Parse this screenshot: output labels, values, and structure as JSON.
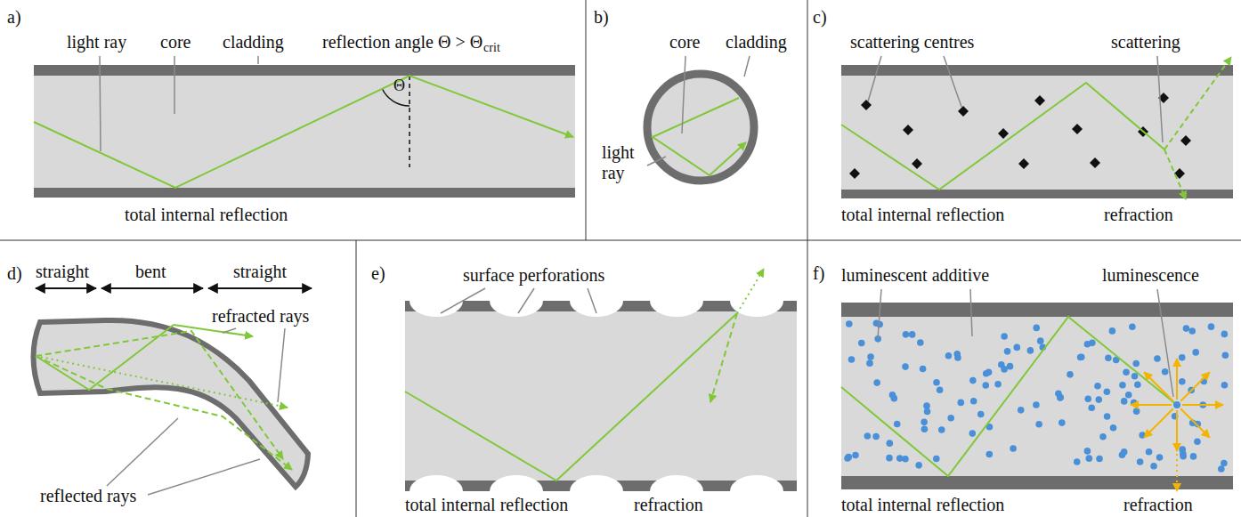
{
  "diagram": {
    "labels": [
      "a)",
      "light ray",
      "core",
      "cladding",
      "reflection angle Θ > Θ",
      "crit",
      "Θ",
      "total internal reflection",
      "b)",
      "core",
      "cladding",
      "light ray",
      "c)",
      "scattering centres",
      "scattering",
      "total internal reflection",
      "refraction",
      "d)",
      "straight",
      "bent",
      "straight",
      "refracted rays",
      "reflected rays",
      "e)",
      "surface perforations",
      "total internal reflection",
      "refraction",
      "f)",
      "luminescent additive",
      "luminescence",
      "total internal reflection",
      "refraction"
    ]
  }
}
